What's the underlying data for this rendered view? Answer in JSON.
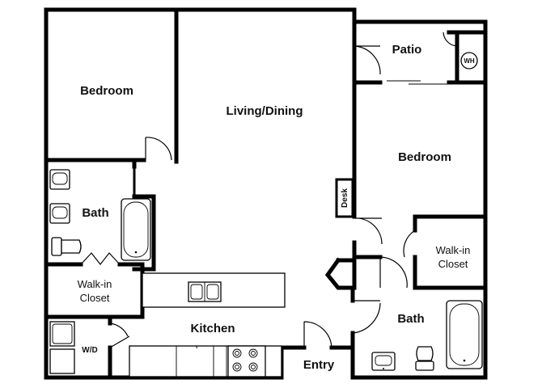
{
  "rooms": {
    "bedroom_1": "Bedroom",
    "living_dining": "Living/Dining",
    "patio": "Patio",
    "water_heater": "WH",
    "bedroom_2": "Bedroom",
    "desk": "Desk",
    "bath_1": "Bath",
    "walkin_closet_1_line1": "Walk-in",
    "walkin_closet_1_line2": "Closet",
    "walkin_closet_2_line1": "Walk-in",
    "walkin_closet_2_line2": "Closet",
    "kitchen": "Kitchen",
    "washer_dryer": "W/D",
    "bath_2": "Bath",
    "entry": "Entry"
  }
}
